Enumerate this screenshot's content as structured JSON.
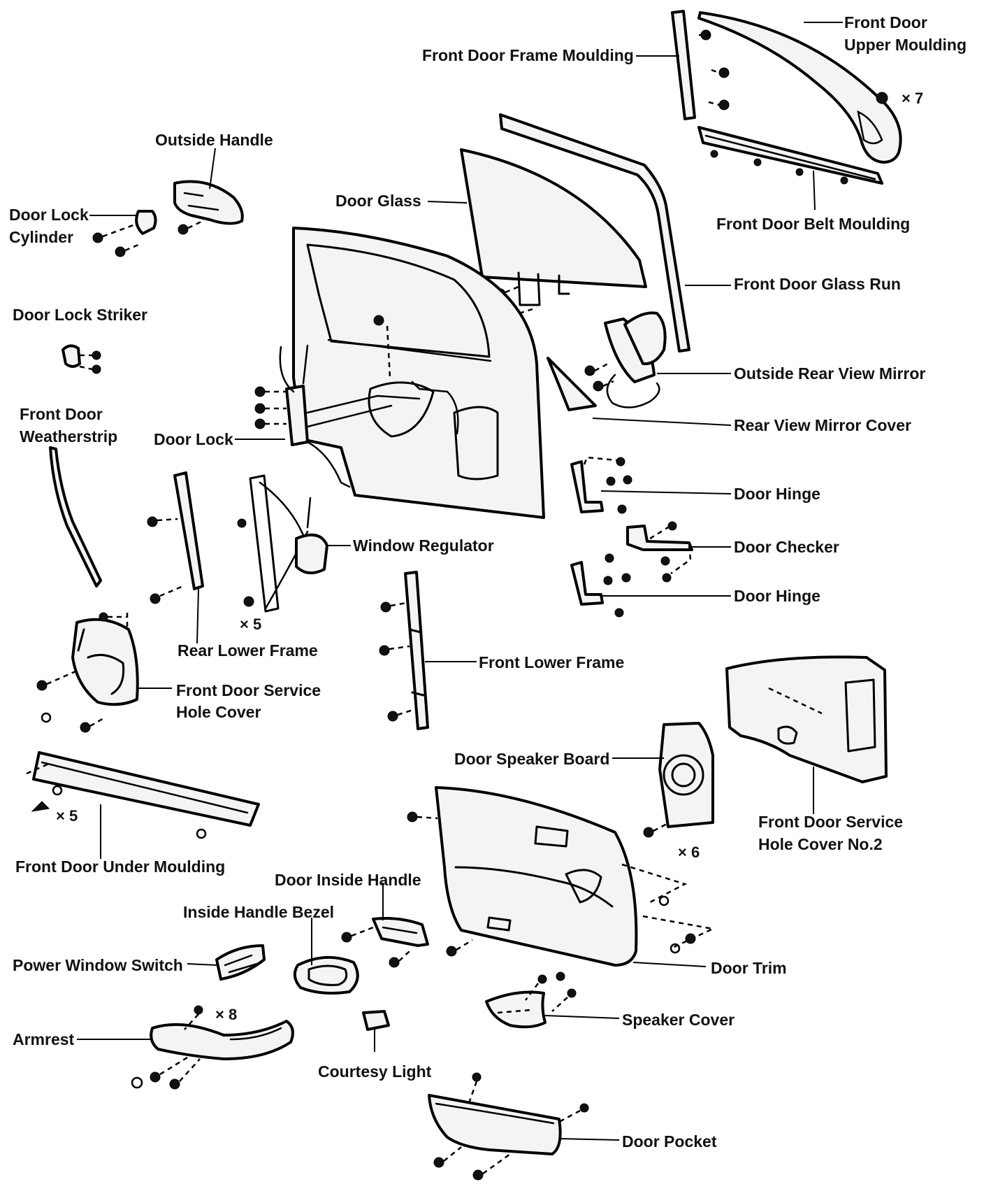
{
  "labels": {
    "front_door_upper_moulding_1": "Front Door",
    "front_door_upper_moulding_2": "Upper Moulding",
    "front_door_frame_moulding": "Front Door Frame Moulding",
    "qty_x7": "× 7",
    "outside_handle": "Outside Handle",
    "door_glass": "Door Glass",
    "front_door_belt_moulding": "Front Door Belt Moulding",
    "door_lock_cylinder_1": "Door Lock",
    "door_lock_cylinder_2": "Cylinder",
    "front_door_glass_run": "Front Door Glass Run",
    "door_lock_striker": "Door Lock Striker",
    "outside_rear_view_mirror": "Outside Rear View Mirror",
    "front_door_weatherstrip_1": "Front Door",
    "front_door_weatherstrip_2": "Weatherstrip",
    "rear_view_mirror_cover": "Rear View Mirror Cover",
    "door_lock": "Door Lock",
    "door_hinge_upper": "Door Hinge",
    "window_regulator": "Window Regulator",
    "door_checker": "Door Checker",
    "door_hinge_lower": "Door Hinge",
    "qty_x5_regulator": "× 5",
    "rear_lower_frame": "Rear Lower Frame",
    "front_lower_frame": "Front Lower Frame",
    "front_door_service_hole_cover_1": "Front Door Service",
    "front_door_service_hole_cover_2": "Hole Cover",
    "door_speaker_board": "Door Speaker Board",
    "qty_x5_moulding": "× 5",
    "front_door_service_hole_cover_no2_1": "Front Door Service",
    "front_door_service_hole_cover_no2_2": "Hole Cover No.2",
    "qty_x6": "× 6",
    "front_door_under_moulding": "Front Door Under Moulding",
    "door_inside_handle": "Door Inside Handle",
    "inside_handle_bezel": "Inside Handle Bezel",
    "power_window_switch": "Power Window Switch",
    "door_trim": "Door Trim",
    "qty_x8": "× 8",
    "speaker_cover": "Speaker Cover",
    "armrest": "Armrest",
    "courtesy_light": "Courtesy Light",
    "door_pocket": "Door Pocket"
  }
}
